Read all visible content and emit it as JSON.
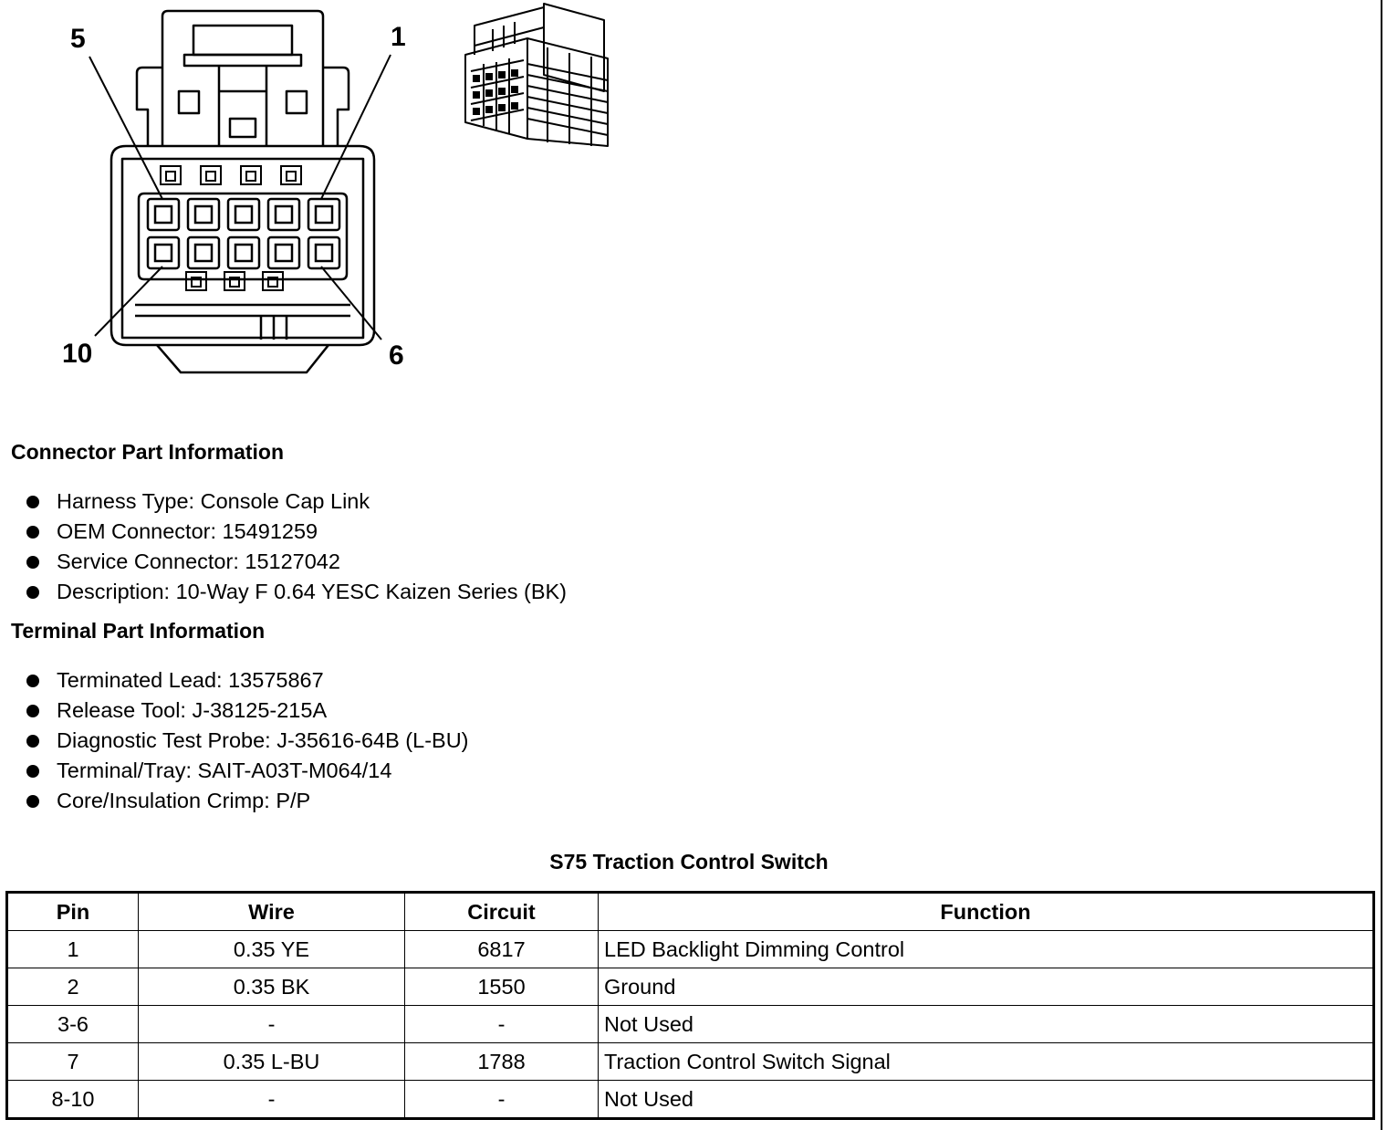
{
  "diagram": {
    "pin_labels": {
      "top_left": "5",
      "top_right": "1",
      "bottom_left": "10",
      "bottom_right": "6"
    }
  },
  "connector_info": {
    "heading": "Connector Part Information",
    "items": [
      "Harness Type: Console Cap Link",
      "OEM Connector: 15491259",
      "Service Connector: 15127042",
      "Description: 10-Way F 0.64 YESC Kaizen Series (BK)"
    ]
  },
  "terminal_info": {
    "heading": "Terminal Part Information",
    "items": [
      "Terminated Lead: 13575867",
      "Release Tool: J-38125-215A",
      "Diagnostic Test Probe: J-35616-64B (L-BU)",
      "Terminal/Tray: SAIT-A03T-M064/14",
      "Core/Insulation Crimp: P/P"
    ]
  },
  "pin_table": {
    "title": "S75 Traction Control Switch",
    "headers": [
      "Pin",
      "Wire",
      "Circuit",
      "Function"
    ],
    "rows": [
      [
        "1",
        "0.35 YE",
        "6817",
        "LED Backlight Dimming Control"
      ],
      [
        "2",
        "0.35 BK",
        "1550",
        "Ground"
      ],
      [
        "3-6",
        "-",
        "-",
        "Not Used"
      ],
      [
        "7",
        "0.35 L-BU",
        "1788",
        "Traction Control Switch Signal"
      ],
      [
        "8-10",
        "-",
        "-",
        "Not Used"
      ]
    ]
  }
}
